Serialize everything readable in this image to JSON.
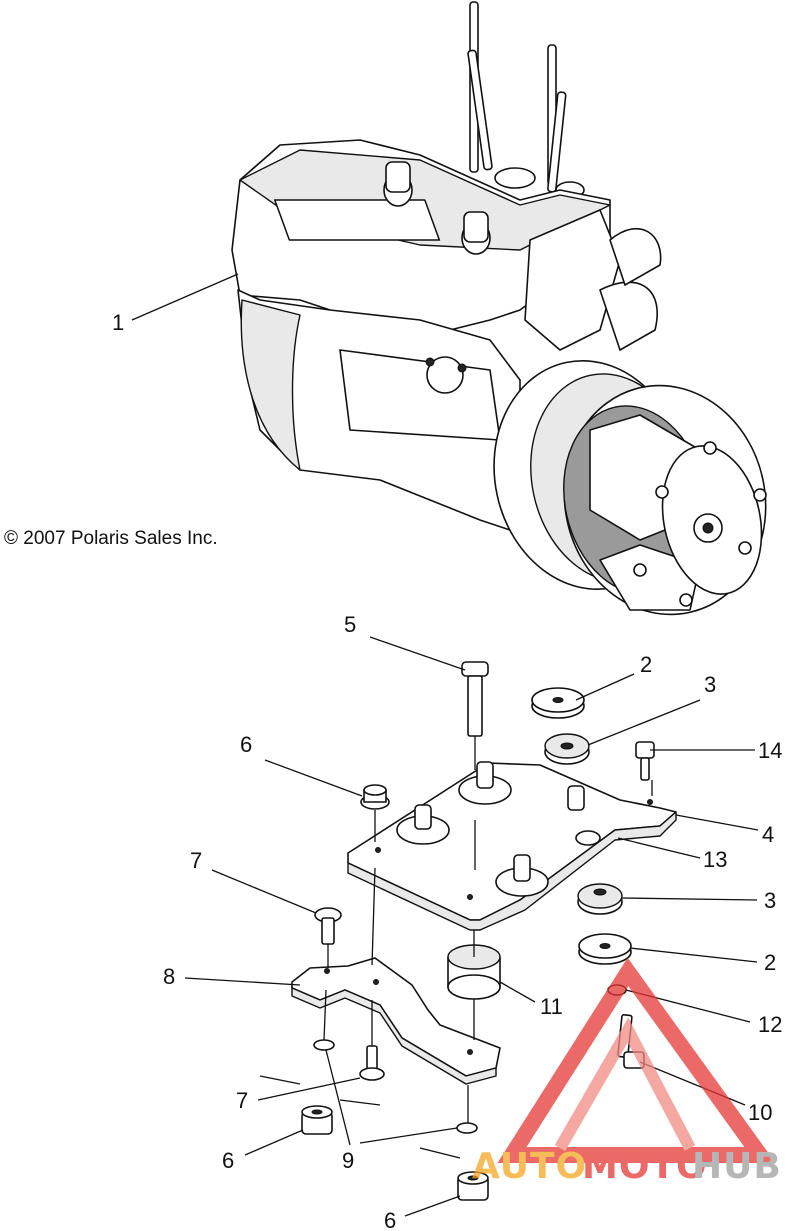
{
  "copyright": "© 2007 Polaris Sales Inc.",
  "watermark": {
    "text_auto": "AUTO",
    "text_moto": "MOTO",
    "text_hub": "HUB",
    "color_orange": "#f5a623",
    "color_red": "#e53935",
    "color_gray": "#9e9e9e"
  },
  "callouts": {
    "c1": "1",
    "c2a": "2",
    "c2b": "2",
    "c3a": "3",
    "c3b": "3",
    "c4": "4",
    "c5": "5",
    "c6a": "6",
    "c6b": "6",
    "c6c": "6",
    "c7a": "7",
    "c7b": "7",
    "c8": "8",
    "c9": "9",
    "c10": "10",
    "c11": "11",
    "c12": "12",
    "c13": "13",
    "c14": "14"
  }
}
